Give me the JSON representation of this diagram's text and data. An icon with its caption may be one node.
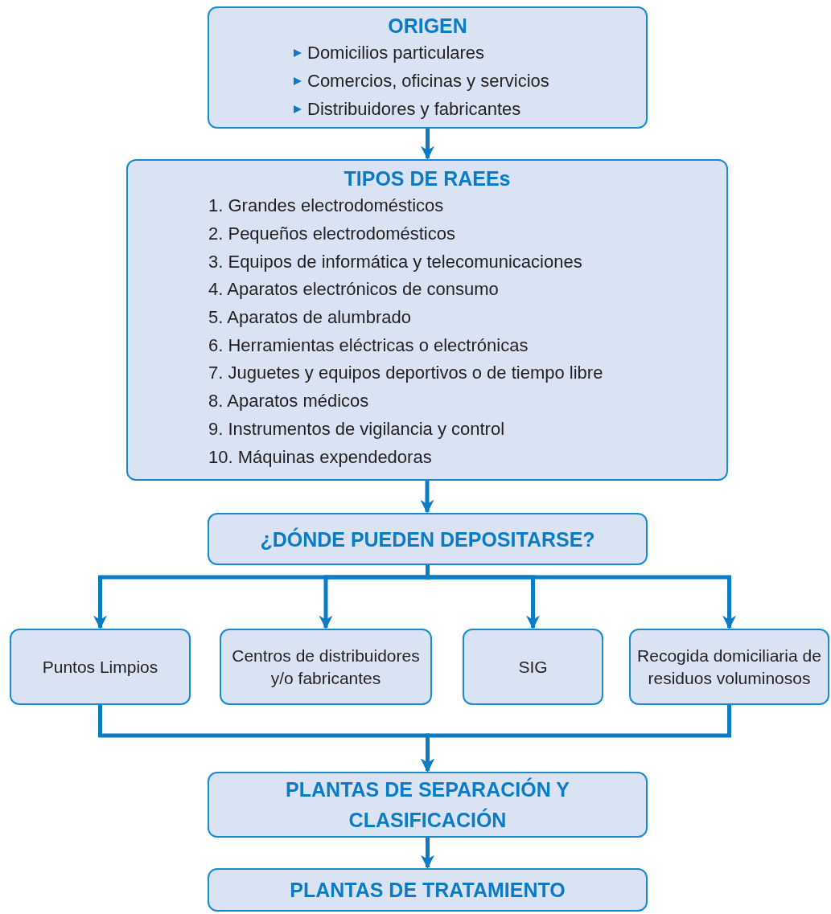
{
  "diagram": {
    "nodes": [
      {
        "text": [
          "ORIGEN",
          "Domicilios particulares",
          "Comercios, oficinas y servicios",
          "Distribuidores  y fabricantes"
        ]
      },
      {
        "text": [
          "TIPOS DE RAEEs",
          "1. Grandes electrodomésticos",
          "2. Pequeños electrodomésticos",
          "3. Equipos de informática y telecomunicaciones",
          "4. Aparatos electrónicos de consumo",
          "5. Aparatos de alumbrado",
          "6. Herramientas eléctricas o electrónicas",
          "7. Juguetes y equipos deportivos o de tiempo libre",
          "8. Aparatos médicos",
          "9. Instrumentos de vigilancia y control",
          "10. Máquinas expendedoras"
        ]
      },
      {
        "text": [
          "¿DÓNDE PUEDEN DEPOSITARSE?"
        ]
      },
      {
        "text": [
          "Puntos Limpios"
        ]
      },
      {
        "text": [
          "Centros de distribuidores y/o fabricantes"
        ]
      },
      {
        "text": [
          "SIG"
        ]
      },
      {
        "text": [
          "Recogida domiciliaria de residuos voluminosos"
        ]
      },
      {
        "text": [
          "PLANTAS DE SEPARACIÓN Y CLASIFICACIÓN"
        ]
      },
      {
        "text": [
          "PLANTAS DE TRATAMIENTO"
        ]
      }
    ],
    "edges": [
      {
        "from": 0,
        "to": 1,
        "arrow": "to"
      },
      {
        "from": 1,
        "to": 2,
        "arrow": "to"
      },
      {
        "from": 2,
        "to": 3,
        "arrow": "to"
      },
      {
        "from": 2,
        "to": 4,
        "arrow": "to"
      },
      {
        "from": 2,
        "to": 5,
        "arrow": "to"
      },
      {
        "from": 2,
        "to": 6,
        "arrow": "to"
      },
      {
        "from": 3,
        "to": 7,
        "arrow": "to"
      },
      {
        "from": 6,
        "to": 7,
        "arrow": "to"
      },
      {
        "from": 7,
        "to": 8,
        "arrow": "to"
      }
    ]
  }
}
